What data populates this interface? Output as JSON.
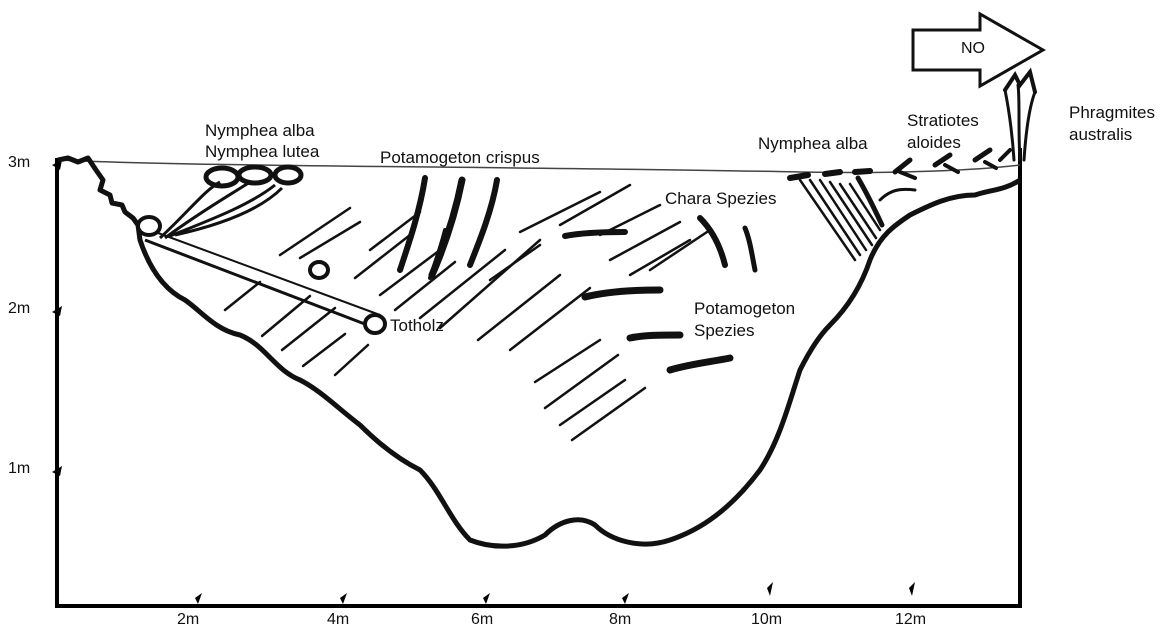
{
  "direction_arrow": {
    "label": "NO"
  },
  "y_axis": {
    "ticks": [
      "3m",
      "2m",
      "1m"
    ]
  },
  "x_axis": {
    "ticks": [
      "2m",
      "4m",
      "6m",
      "8m",
      "10m",
      "12m"
    ]
  },
  "labels": {
    "nymphea_alba_left": "Nymphea alba",
    "nymphea_lutea": "Nymphea lutea",
    "potamogeton_crispus": "Potamogeton crispus",
    "nymphea_alba_right": "Nymphea alba",
    "stratiotes": "Stratiotes",
    "aloides": "aloides",
    "phragmites": "Phragmites",
    "australis": "australis",
    "chara": "Chara Spezies",
    "potamogeton_sp": "Potamogeton",
    "spezies": "Spezies",
    "totholz": "Totholz"
  }
}
